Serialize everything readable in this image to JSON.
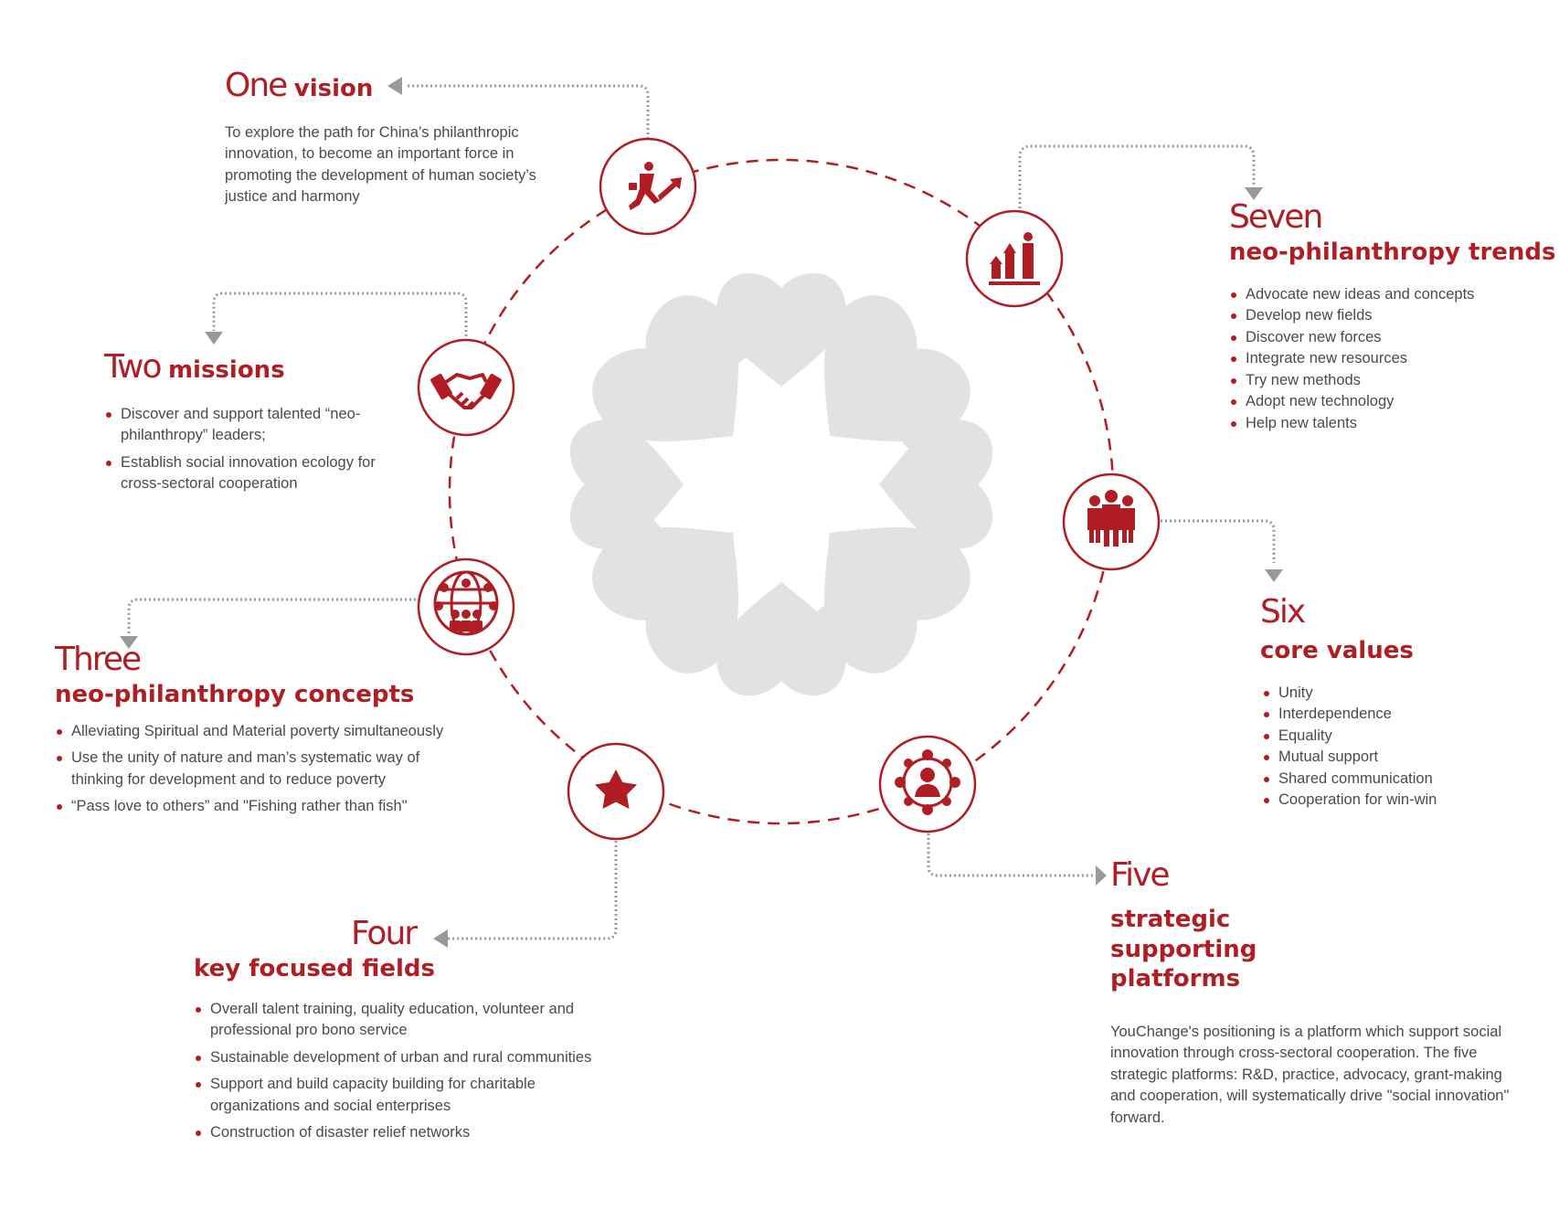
{
  "colors": {
    "accent": "#b01d22",
    "connector": "#999999",
    "watermark": "#e2e2e2",
    "text": "#4a4a4a"
  },
  "icons": [
    "runner-arrow-icon",
    "handshake-icon",
    "network-globe-icon",
    "star-icon",
    "network-person-icon",
    "team-icon",
    "growth-bars-icon",
    "hearts-flower-icon"
  ],
  "one": {
    "number": "One",
    "subtitle": "vision",
    "text": "To explore the path for China’s philanthropic innovation, to become an important force in promoting the development of human society’s justice and harmony"
  },
  "two": {
    "number": "Two",
    "subtitle": "missions",
    "items": [
      "Discover and support talented “neo-philanthropy” leaders;",
      "Establish social innovation ecology for cross-sectoral cooperation"
    ]
  },
  "three": {
    "number": "Three",
    "subtitle": "neo-philanthropy concepts",
    "items": [
      "Alleviating Spiritual and Material poverty simultaneously",
      "Use the unity of nature and man’s systematic way of thinking for development and to reduce poverty",
      "“Pass love to others” and \"Fishing rather than fish\""
    ]
  },
  "four": {
    "number": "Four",
    "subtitle": "key focused fields",
    "items": [
      "Overall talent training, quality education, volunteer and professional pro bono service",
      "Sustainable development of urban and rural communities",
      "Support and build capacity building for charitable organizations and social enterprises",
      "Construction of disaster relief networks"
    ]
  },
  "five": {
    "number": "Five",
    "subtitle": "strategic supporting platforms",
    "text": "YouChange's positioning is a platform which support social innovation through cross-sectoral cooperation. The five strategic platforms: R&D, practice, advocacy, grant-making and cooperation, will systematically drive \"social innovation\" forward."
  },
  "six": {
    "number": "Six",
    "subtitle": "core values",
    "items": [
      "Unity",
      "Interdependence",
      "Equality",
      "Mutual support",
      "Shared communication",
      "Cooperation for win-win"
    ]
  },
  "seven": {
    "number": "Seven",
    "subtitle": "neo-philanthropy trends",
    "items": [
      "Advocate new ideas and concepts",
      "Develop new fields",
      "Discover new forces",
      "Integrate new resources",
      "Try new methods",
      "Adopt new technology",
      "Help new talents"
    ]
  }
}
